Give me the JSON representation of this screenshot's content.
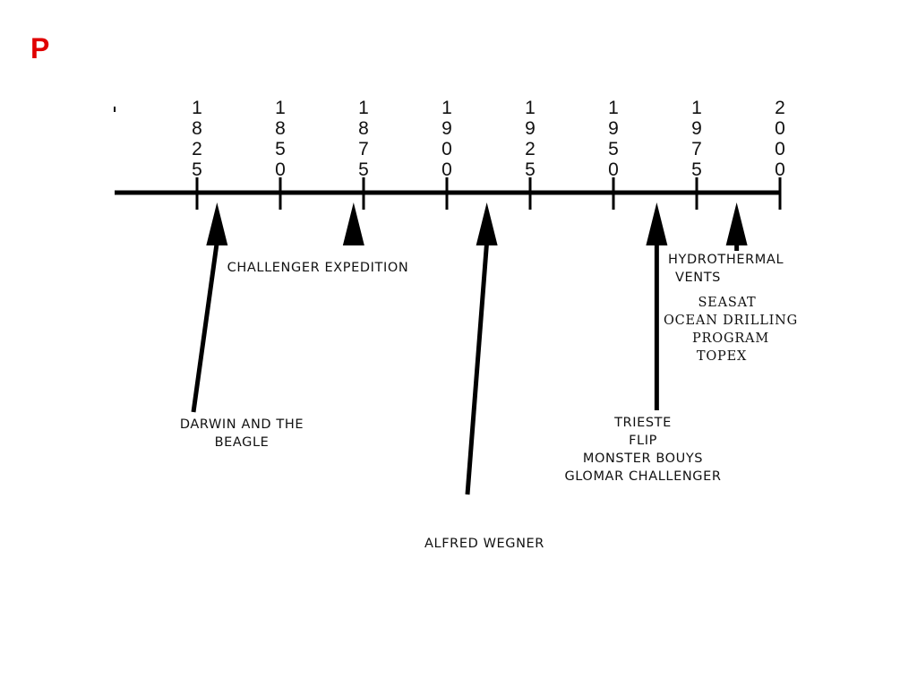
{
  "page": {
    "corner_letter": "P",
    "corner_color": "#e00000"
  },
  "timeline": {
    "years": [
      "1825",
      "1850",
      "1875",
      "1900",
      "1925",
      "1950",
      "1975",
      "2000"
    ],
    "line_color": "#000000"
  },
  "events": {
    "darwin": {
      "year": 1831,
      "lines": [
        "DARWIN AND THE",
        "BEAGLE"
      ]
    },
    "challenger": {
      "year": 1872,
      "lines": [
        "CHALLENGER EXPEDITION"
      ]
    },
    "wegner": {
      "year": 1912,
      "lines": [
        "ALFRED WEGNER"
      ]
    },
    "trieste": {
      "year": 1963,
      "lines": [
        "TRIESTE",
        "FLIP",
        "MONSTER BOUYS",
        "GLOMAR CHALLENGER"
      ]
    },
    "hydrothermal": {
      "year": 1987,
      "lines": [
        "HYDROTHERMAL",
        "VENTS"
      ]
    },
    "seasat": {
      "lines": [
        "SEASAT",
        "OCEAN DRILLING",
        "PROGRAM",
        "TOPEX"
      ]
    }
  }
}
